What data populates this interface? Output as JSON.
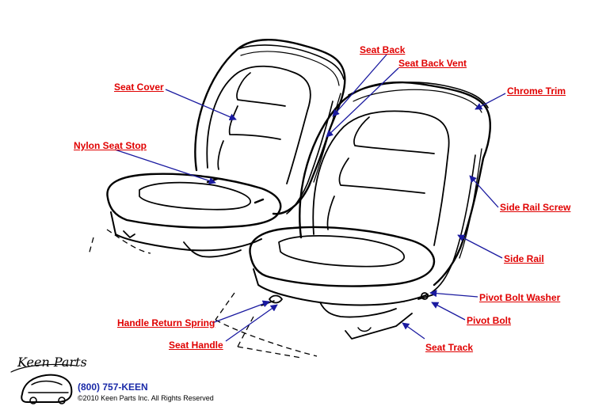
{
  "labels": {
    "seat_back": "Seat Back",
    "seat_back_vent": "Seat Back Vent",
    "chrome_trim": "Chrome Trim",
    "seat_cover": "Seat Cover",
    "nylon_seat_stop": "Nylon Seat Stop",
    "side_rail_screw": "Side Rail Screw",
    "side_rail": "Side Rail",
    "pivot_bolt_washer": "Pivot Bolt Washer",
    "pivot_bolt": "Pivot Bolt",
    "seat_track": "Seat Track",
    "handle_return_spring": "Handle Return Spring",
    "seat_handle": "Seat Handle"
  },
  "footer": {
    "logo_text": "Keen Parts",
    "phone": "(800) 757-KEEN",
    "copyright": "©2010 Keen Parts Inc. All Rights Reserved"
  },
  "colors": {
    "label": "#e00000",
    "leader": "#1a1aa0",
    "phone": "#1a2aa8",
    "line_art": "#000000"
  }
}
